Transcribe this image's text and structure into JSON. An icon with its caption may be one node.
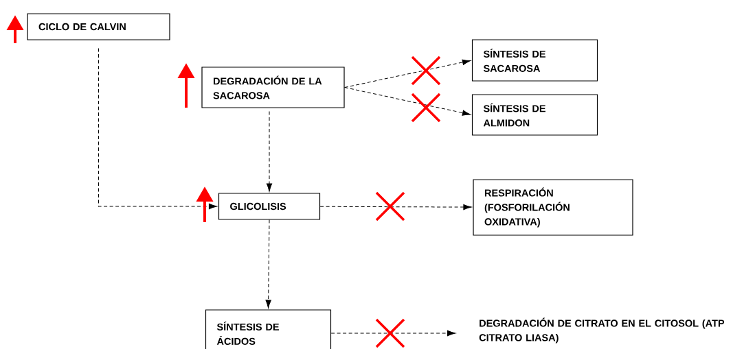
{
  "diagram": {
    "nodes": [
      {
        "text": [
          "CICLO DE CALVIN"
        ]
      },
      {
        "text": [
          "DEGRADACIÓN DE LA SACAROSA"
        ]
      },
      {
        "text": [
          "SÍNTESIS DE SACAROSA"
        ]
      },
      {
        "text": [
          "SÍNTESIS DE ALMIDON"
        ]
      },
      {
        "text": [
          "GLICOLISIS"
        ]
      },
      {
        "text": [
          "RESPIRACIÓN (FOSFORILACIÓN OXIDATIVA)"
        ]
      },
      {
        "text": [
          "SÍNTESIS DE ÁCIDOS"
        ]
      },
      {
        "text": [
          "DEGRADACIÓN DE CITRATO EN EL CITOSOL (ATP CITRATO LIASA)"
        ]
      }
    ],
    "edges": [
      {
        "from": 0,
        "to": 4,
        "arrow": "to",
        "style": "dashed"
      },
      {
        "from": 1,
        "to": 2,
        "arrow": "to",
        "style": "dashed"
      },
      {
        "from": 1,
        "to": 3,
        "arrow": "to",
        "style": "dashed"
      },
      {
        "from": 1,
        "to": 4,
        "arrow": "to",
        "style": "dashed"
      },
      {
        "from": 4,
        "to": 5,
        "arrow": "to",
        "style": "dashed"
      },
      {
        "from": 4,
        "to": 6,
        "arrow": "to",
        "style": "dashed"
      },
      {
        "from": 6,
        "to": 7,
        "arrow": "to",
        "style": "dashed"
      }
    ]
  }
}
